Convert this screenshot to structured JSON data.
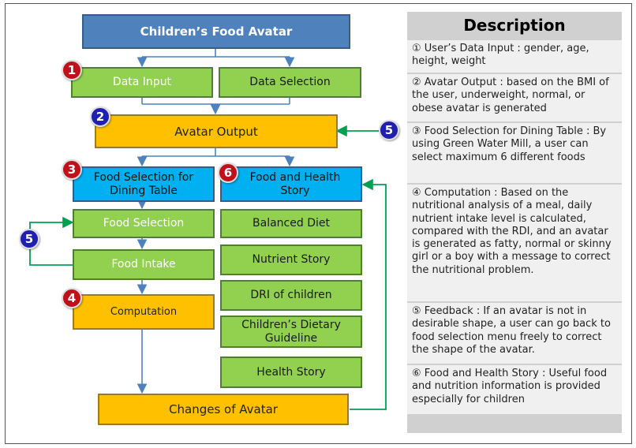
{
  "flow": {
    "title": "Children’s Food Avatar",
    "data_input": "Data Input",
    "data_selection": "Data Selection",
    "avatar_output": "Avatar Output",
    "food_selection_dining": "Food Selection for Dining Table",
    "food_health_story": "Food and Health Story",
    "food_selection": "Food Selection",
    "food_intake": "Food Intake",
    "computation": "Computation",
    "balanced_diet": "Balanced Diet",
    "nutrient_story": "Nutrient Story",
    "dri": "DRI of children",
    "dietary_guideline": "Children’s Dietary Guideline",
    "health_story": "Health Story",
    "changes": "Changes of Avatar"
  },
  "badges": {
    "b1": "1",
    "b2": "2",
    "b3": "3",
    "b4": "4",
    "b5a": "5",
    "b5b": "5",
    "b6": "6"
  },
  "description": {
    "title": "Description",
    "items": [
      "① User’s Data Input : gender, age, height, weight",
      "② Avatar Output : based on the BMI of the user, underweight, normal, or obese avatar is generated",
      "③ Food Selection for Dining Table : By using Green Water Mill, a user can select maximum 6 different foods",
      "④ Computation : Based on the nutritional analysis of a meal, daily nutrient intake level is calculated, compared with the RDI, and an avatar is generated as fatty, normal or skinny girl or a boy with a message to correct the nutritional problem.",
      "⑤ Feedback : If an avatar is not in desirable shape, a user can go back to food selection menu freely to correct the shape of the avatar.",
      "⑥ Food and Health Story : Useful food and nutrition information is provided especially for children"
    ]
  },
  "colors": {
    "title_box": "#4f81bd",
    "green_box": "#92d050",
    "orange_box": "#ffc000",
    "cyan_box": "#00b0f0",
    "badge_red": "#c0101a",
    "badge_blue": "#1f1fb0",
    "feedback_line": "#00a050",
    "flow_line": "#4f81bd"
  }
}
